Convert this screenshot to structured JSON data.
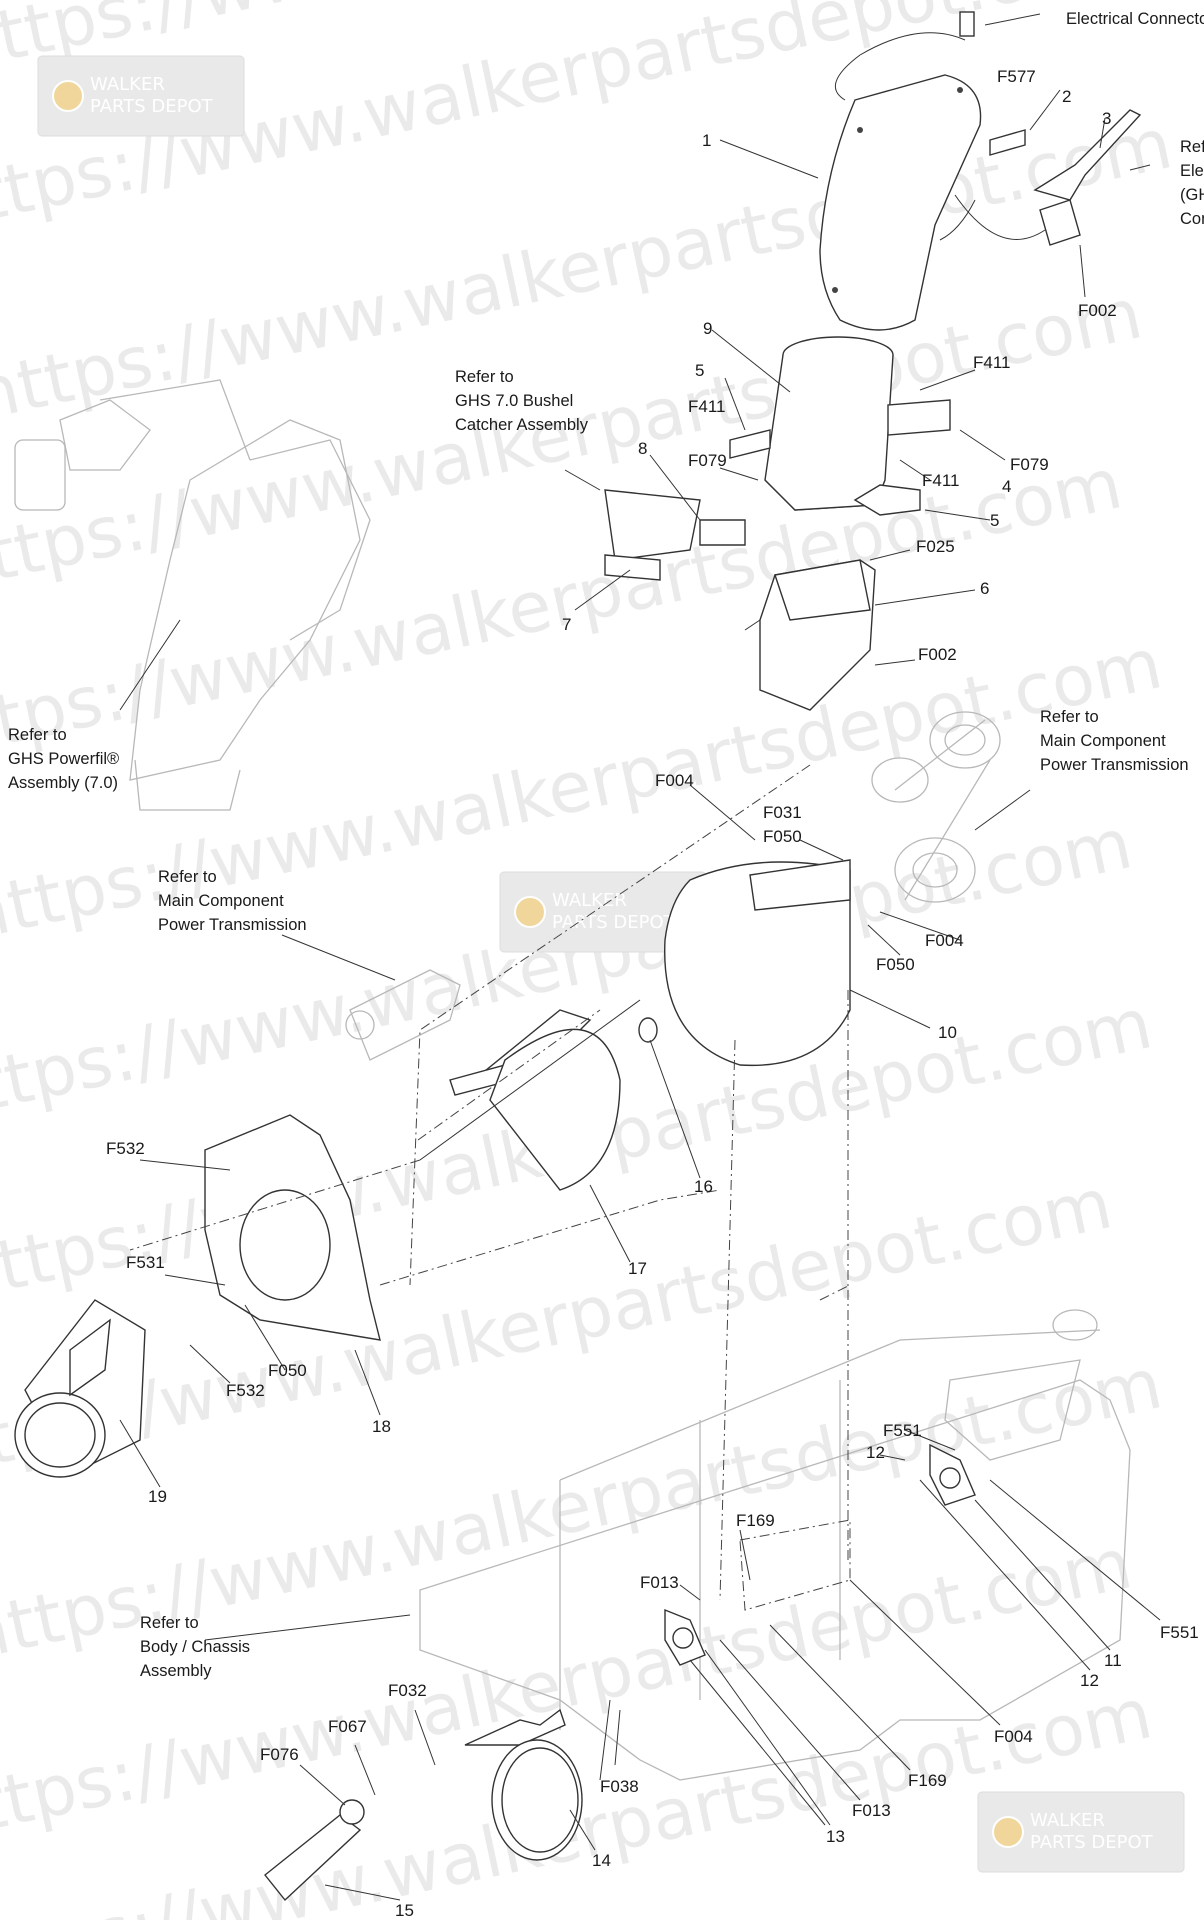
{
  "watermark_lines": [
    "https://www.walkerpartsdepot.com",
    "https://www.walkerpartsdepot.com",
    "https://www.walkerpartsdepot.com",
    "https://www.walkerpartsdepot.com",
    "https://www.walkerpartsdepot.com",
    "https://www.walkerpartsdepot.com",
    "https://www.walkerpartsdepot.com",
    "https://www.walkerpartsdepot.com",
    "https://www.walkerpartsdepot.com",
    "https://www.walkerpartsdepot.com",
    "https://www.walkerpartsdepot.com",
    "https://www.walkerpartsdepot.com"
  ],
  "logo": {
    "line1": "WALKER",
    "line2": "PARTS DEPOT"
  },
  "notes": {
    "electrical_connectors": "Electrical Connectors",
    "refer_right": [
      "Refe",
      "Elec",
      "(GH",
      "Con"
    ],
    "bushel_catcher": [
      "Refer to",
      "GHS 7.0 Bushel",
      "Catcher Assembly"
    ],
    "powerfil": [
      "Refer to",
      "GHS Powerfil®",
      "Assembly (7.0)"
    ],
    "main_component_right": [
      "Refer to",
      "Main Component",
      "Power Transmission"
    ],
    "main_component_left": [
      "Refer to",
      "Main Component",
      "Power Transmission"
    ],
    "body_chassis": [
      "Refer to",
      "Body / Chassis",
      "Assembly"
    ]
  },
  "callouts": {
    "c1": "1",
    "c2": "2",
    "c3": "3",
    "c4": "4",
    "c5a": "5",
    "c5b": "5",
    "c6": "6",
    "c7": "7",
    "c8": "8",
    "c9": "9",
    "c10": "10",
    "c11": "11",
    "c12a": "12",
    "c12b": "12",
    "c13": "13",
    "c14": "14",
    "c15": "15",
    "c16": "16",
    "c17": "17",
    "c18": "18",
    "c19": "19",
    "f577": "F577",
    "f002a": "F002",
    "f002b": "F002",
    "f411a": "F411",
    "f411b": "F411",
    "f411c": "F411",
    "f079a": "F079",
    "f079b": "F079",
    "f025": "F025",
    "f004a": "F004",
    "f004b": "F004",
    "f004c": "F004",
    "f031": "F031",
    "f050a": "F050",
    "f050b": "F050",
    "f050c": "F050",
    "f532a": "F532",
    "f532b": "F532",
    "f531": "F531",
    "f551a": "F551",
    "f551b": "F551",
    "f169a": "F169",
    "f169b": "F169",
    "f013a": "F013",
    "f013b": "F013",
    "f032": "F032",
    "f067": "F067",
    "f076": "F076",
    "f038": "F038"
  }
}
